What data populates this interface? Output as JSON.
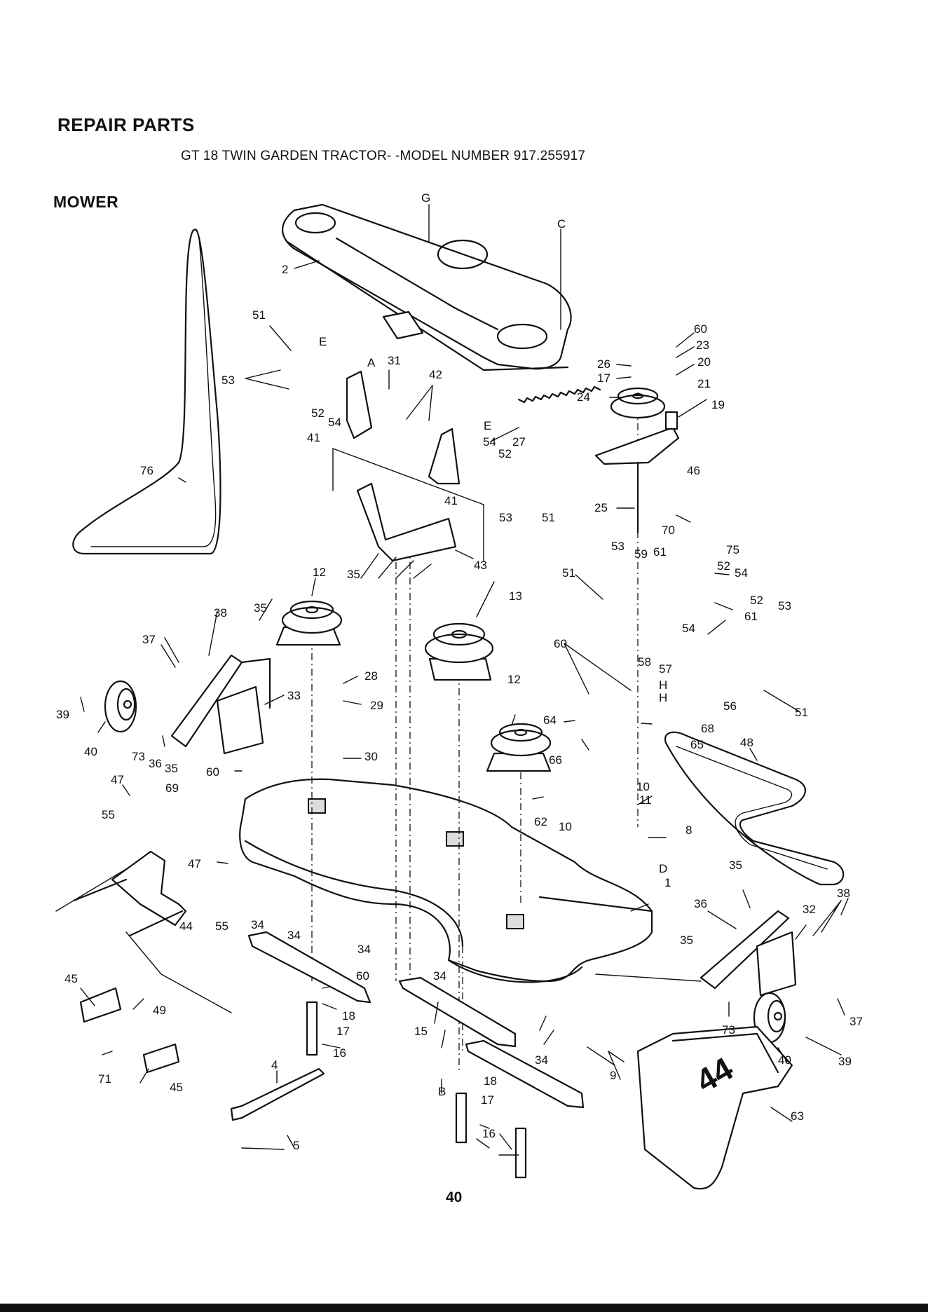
{
  "header": {
    "title": "REPAIR PARTS",
    "subtitle": "GT 18 TWIN GARDEN TRACTOR- -MODEL NUMBER 917.255917",
    "section": "MOWER"
  },
  "page_number": "40",
  "callouts": [
    {
      "id": "c-G",
      "text": "G"
    },
    {
      "id": "c-C",
      "text": "C"
    },
    {
      "id": "c-2",
      "text": "2"
    },
    {
      "id": "c-51a",
      "text": "51"
    },
    {
      "id": "c-Ea",
      "text": "E"
    },
    {
      "id": "c-Aa",
      "text": "A"
    },
    {
      "id": "c-31",
      "text": "31"
    },
    {
      "id": "c-42",
      "text": "42"
    },
    {
      "id": "c-53a",
      "text": "53"
    },
    {
      "id": "c-52a",
      "text": "52"
    },
    {
      "id": "c-54a",
      "text": "54"
    },
    {
      "id": "c-41a",
      "text": "41"
    },
    {
      "id": "c-Eb",
      "text": "E"
    },
    {
      "id": "c-54b",
      "text": "54"
    },
    {
      "id": "c-52b",
      "text": "52"
    },
    {
      "id": "c-27",
      "text": "27"
    },
    {
      "id": "c-41b",
      "text": "41"
    },
    {
      "id": "c-53b",
      "text": "53"
    },
    {
      "id": "c-51b",
      "text": "51"
    },
    {
      "id": "c-76",
      "text": "76"
    },
    {
      "id": "c-35a",
      "text": "35"
    },
    {
      "id": "c-43",
      "text": "43"
    },
    {
      "id": "c-60a",
      "text": "60"
    },
    {
      "id": "c-23",
      "text": "23"
    },
    {
      "id": "c-26",
      "text": "26"
    },
    {
      "id": "c-20",
      "text": "20"
    },
    {
      "id": "c-17a",
      "text": "17"
    },
    {
      "id": "c-21",
      "text": "21"
    },
    {
      "id": "c-24",
      "text": "24"
    },
    {
      "id": "c-19",
      "text": "19"
    },
    {
      "id": "c-46",
      "text": "46"
    },
    {
      "id": "c-25",
      "text": "25"
    },
    {
      "id": "c-70",
      "text": "70"
    },
    {
      "id": "c-75",
      "text": "75"
    },
    {
      "id": "c-53c",
      "text": "53"
    },
    {
      "id": "c-59",
      "text": "59"
    },
    {
      "id": "c-61a",
      "text": "61"
    },
    {
      "id": "c-52c",
      "text": "52"
    },
    {
      "id": "c-54c",
      "text": "54"
    },
    {
      "id": "c-51c",
      "text": "51"
    },
    {
      "id": "c-52d",
      "text": "52"
    },
    {
      "id": "c-53d",
      "text": "53"
    },
    {
      "id": "c-61b",
      "text": "61"
    },
    {
      "id": "c-54d",
      "text": "54"
    },
    {
      "id": "c-58",
      "text": "58"
    },
    {
      "id": "c-57",
      "text": "57"
    },
    {
      "id": "c-Ha",
      "text": "H"
    },
    {
      "id": "c-Hb",
      "text": "H"
    },
    {
      "id": "c-56",
      "text": "56"
    },
    {
      "id": "c-51d",
      "text": "51"
    },
    {
      "id": "c-12a",
      "text": "12"
    },
    {
      "id": "c-35b",
      "text": "35"
    },
    {
      "id": "c-38a",
      "text": "38"
    },
    {
      "id": "c-37a",
      "text": "37"
    },
    {
      "id": "c-13",
      "text": "13"
    },
    {
      "id": "c-28",
      "text": "28"
    },
    {
      "id": "c-29",
      "text": "29"
    },
    {
      "id": "c-33",
      "text": "33"
    },
    {
      "id": "c-39a",
      "text": "39"
    },
    {
      "id": "c-40a",
      "text": "40"
    },
    {
      "id": "c-73a",
      "text": "73"
    },
    {
      "id": "c-36a",
      "text": "36"
    },
    {
      "id": "c-35c",
      "text": "35"
    },
    {
      "id": "c-30",
      "text": "30"
    },
    {
      "id": "c-60b",
      "text": "60"
    },
    {
      "id": "c-12b",
      "text": "12"
    },
    {
      "id": "c-60c",
      "text": "60"
    },
    {
      "id": "c-64",
      "text": "64"
    },
    {
      "id": "c-68",
      "text": "68"
    },
    {
      "id": "c-65",
      "text": "65"
    },
    {
      "id": "c-48",
      "text": "48"
    },
    {
      "id": "c-66",
      "text": "66"
    },
    {
      "id": "c-47a",
      "text": "47"
    },
    {
      "id": "c-69",
      "text": "69"
    },
    {
      "id": "c-10a",
      "text": "10"
    },
    {
      "id": "c-11",
      "text": "11"
    },
    {
      "id": "c-55a",
      "text": "55"
    },
    {
      "id": "c-62",
      "text": "62"
    },
    {
      "id": "c-10b",
      "text": "10"
    },
    {
      "id": "c-8",
      "text": "8"
    },
    {
      "id": "c-D",
      "text": "D"
    },
    {
      "id": "c-47b",
      "text": "47"
    },
    {
      "id": "c-1",
      "text": "1"
    },
    {
      "id": "c-35d",
      "text": "35"
    },
    {
      "id": "c-38b",
      "text": "38"
    },
    {
      "id": "c-36b",
      "text": "36"
    },
    {
      "id": "c-32",
      "text": "32"
    },
    {
      "id": "c-44",
      "text": "44"
    },
    {
      "id": "c-55b",
      "text": "55"
    },
    {
      "id": "c-34a",
      "text": "34"
    },
    {
      "id": "c-34b",
      "text": "34"
    },
    {
      "id": "c-34c",
      "text": "34"
    },
    {
      "id": "c-34d",
      "text": "34"
    },
    {
      "id": "c-60d",
      "text": "60"
    },
    {
      "id": "c-35e",
      "text": "35"
    },
    {
      "id": "c-45a",
      "text": "45"
    },
    {
      "id": "c-49",
      "text": "49"
    },
    {
      "id": "c-18a",
      "text": "18"
    },
    {
      "id": "c-17b",
      "text": "17"
    },
    {
      "id": "c-16a",
      "text": "16"
    },
    {
      "id": "c-15",
      "text": "15"
    },
    {
      "id": "c-73b",
      "text": "73"
    },
    {
      "id": "c-37b",
      "text": "37"
    },
    {
      "id": "c-71",
      "text": "71"
    },
    {
      "id": "c-45b",
      "text": "45"
    },
    {
      "id": "c-34e",
      "text": "34"
    },
    {
      "id": "c-9",
      "text": "9"
    },
    {
      "id": "c-40b",
      "text": "40"
    },
    {
      "id": "c-39b",
      "text": "39"
    },
    {
      "id": "c-4",
      "text": "4"
    },
    {
      "id": "c-Ba",
      "text": "B"
    },
    {
      "id": "c-18b",
      "text": "18"
    },
    {
      "id": "c-17c",
      "text": "17"
    },
    {
      "id": "c-63",
      "text": "63"
    },
    {
      "id": "c-16b",
      "text": "16"
    },
    {
      "id": "c-5",
      "text": "5"
    }
  ],
  "shield_marking": "44"
}
